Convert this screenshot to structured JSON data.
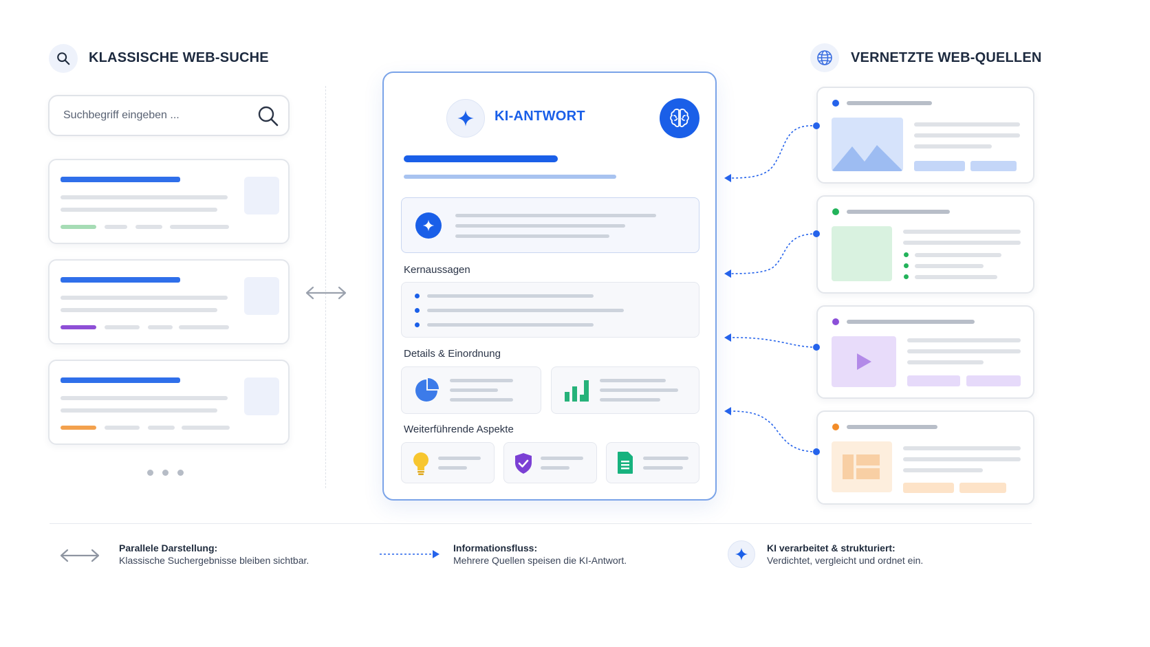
{
  "left": {
    "title": "KLASSISCHE WEB-SUCHE",
    "search_placeholder": "Suchbegriff eingeben ...",
    "result_accent_colors": [
      "#a6dcb5",
      "#8e4fd6",
      "#f3a14d"
    ]
  },
  "center": {
    "title": "KI-ANTWORT",
    "section_key_points": "Kernaussagen",
    "section_details": "Details & Einordnung",
    "section_further": "Weiterführende Aspekte"
  },
  "right": {
    "title": "VERNETZTE WEB-QUELLEN",
    "source_types": [
      "image",
      "text-list",
      "video",
      "layout"
    ],
    "source_colors": [
      "#2563eb",
      "#22b35a",
      "#8b4fd8",
      "#f28c28"
    ]
  },
  "legend": {
    "parallel_title": "Parallele Darstellung:",
    "parallel_desc": "Klassische Suchergebnisse bleiben sichtbar.",
    "flow_title": "Informationsfluss:",
    "flow_desc": "Mehrere Quellen speisen die KI-Antwort.",
    "ai_title": "KI verarbeitet & strukturiert:",
    "ai_desc": "Verdichtet, vergleicht und ordnet ein."
  },
  "colors": {
    "accent_blue": "#1a5fe8",
    "light_blue": "#a8c3f0",
    "border_blue": "#7aa3e8"
  },
  "icons": [
    "search-icon",
    "globe-icon",
    "sparkle-icon",
    "brain-icon",
    "pie-chart-icon",
    "bar-chart-icon",
    "lightbulb-icon",
    "shield-check-icon",
    "document-icon",
    "play-icon",
    "mountain-image-icon",
    "double-arrow-icon"
  ]
}
